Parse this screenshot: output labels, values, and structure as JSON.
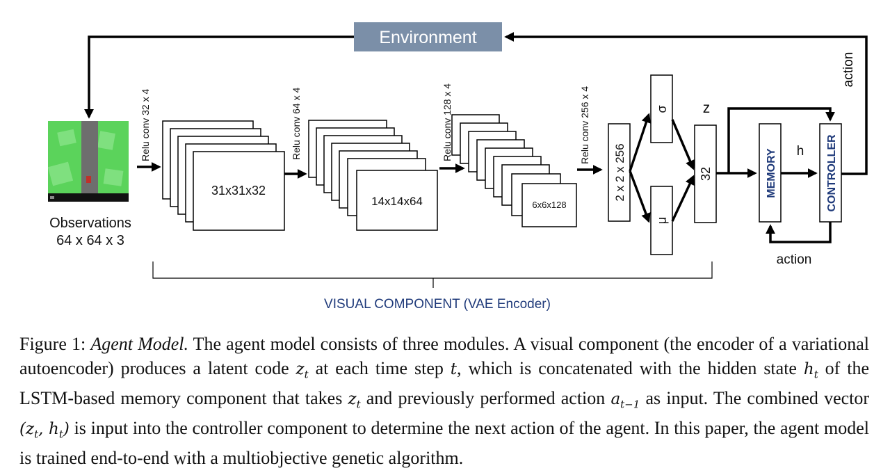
{
  "diagram": {
    "environment_label": "Environment",
    "action_right_label": "action",
    "action_bottom_label": "action",
    "observations_label_line1": "Observations",
    "observations_label_line2": "64 x 64 x 3",
    "conv_labels": [
      "Relu conv 32 x 4",
      "Relu conv 64 x 4",
      "Relu conv 128 x 4",
      "Relu conv 256 x 4"
    ],
    "layer_labels": [
      "31x31x32",
      "14x14x64",
      "6x6x128"
    ],
    "flat_label": "2 x 2 x 256",
    "sigma_label": "σ",
    "mu_label": "μ",
    "z_label": "z",
    "z_size_label": "32",
    "memory_label": "MEMORY",
    "h_label": "h",
    "controller_label": "CONTROLLER",
    "visual_component_label": "VISUAL COMPONENT (VAE Encoder)",
    "colors": {
      "environment_box": "#7b8fa8",
      "accent_blue": "#1f3a7a",
      "observation_green": "#5bd35b",
      "observation_road": "#6e6e6e"
    }
  },
  "caption": {
    "figure_label": "Figure 1:",
    "title": "Agent Model.",
    "p1": "The agent model consists of three modules. A visual component (the encoder of a variational autoencoder) produces a latent code",
    "p2": "at each time step",
    "p3": ", which is concatenated with the hidden state",
    "p4": "of the LSTM-based memory component that takes",
    "p5": "and previously performed action",
    "p6": "as input. The combined vector",
    "p7": "is input into the controller component to determine the next action of the agent. In this paper, the agent model is trained end-to-end with a multiobjective genetic algorithm.",
    "var_z": "z",
    "sub_t": "t",
    "var_t": "t",
    "var_h": "h",
    "var_a": "a",
    "sub_t_minus_1": "t−1",
    "vec_open": "(",
    "vec_comma": ", ",
    "vec_close": ")"
  }
}
